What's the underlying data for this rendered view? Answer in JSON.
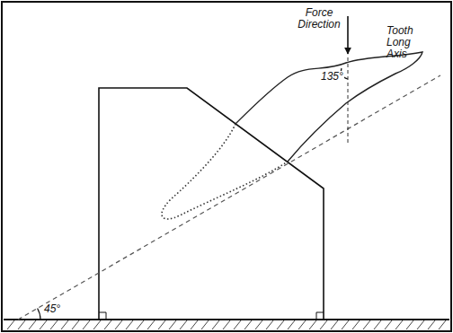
{
  "diagram": {
    "labels": [
      "Force Direction",
      "Tooth Long Axis",
      "135°",
      "45°"
    ]
  }
}
